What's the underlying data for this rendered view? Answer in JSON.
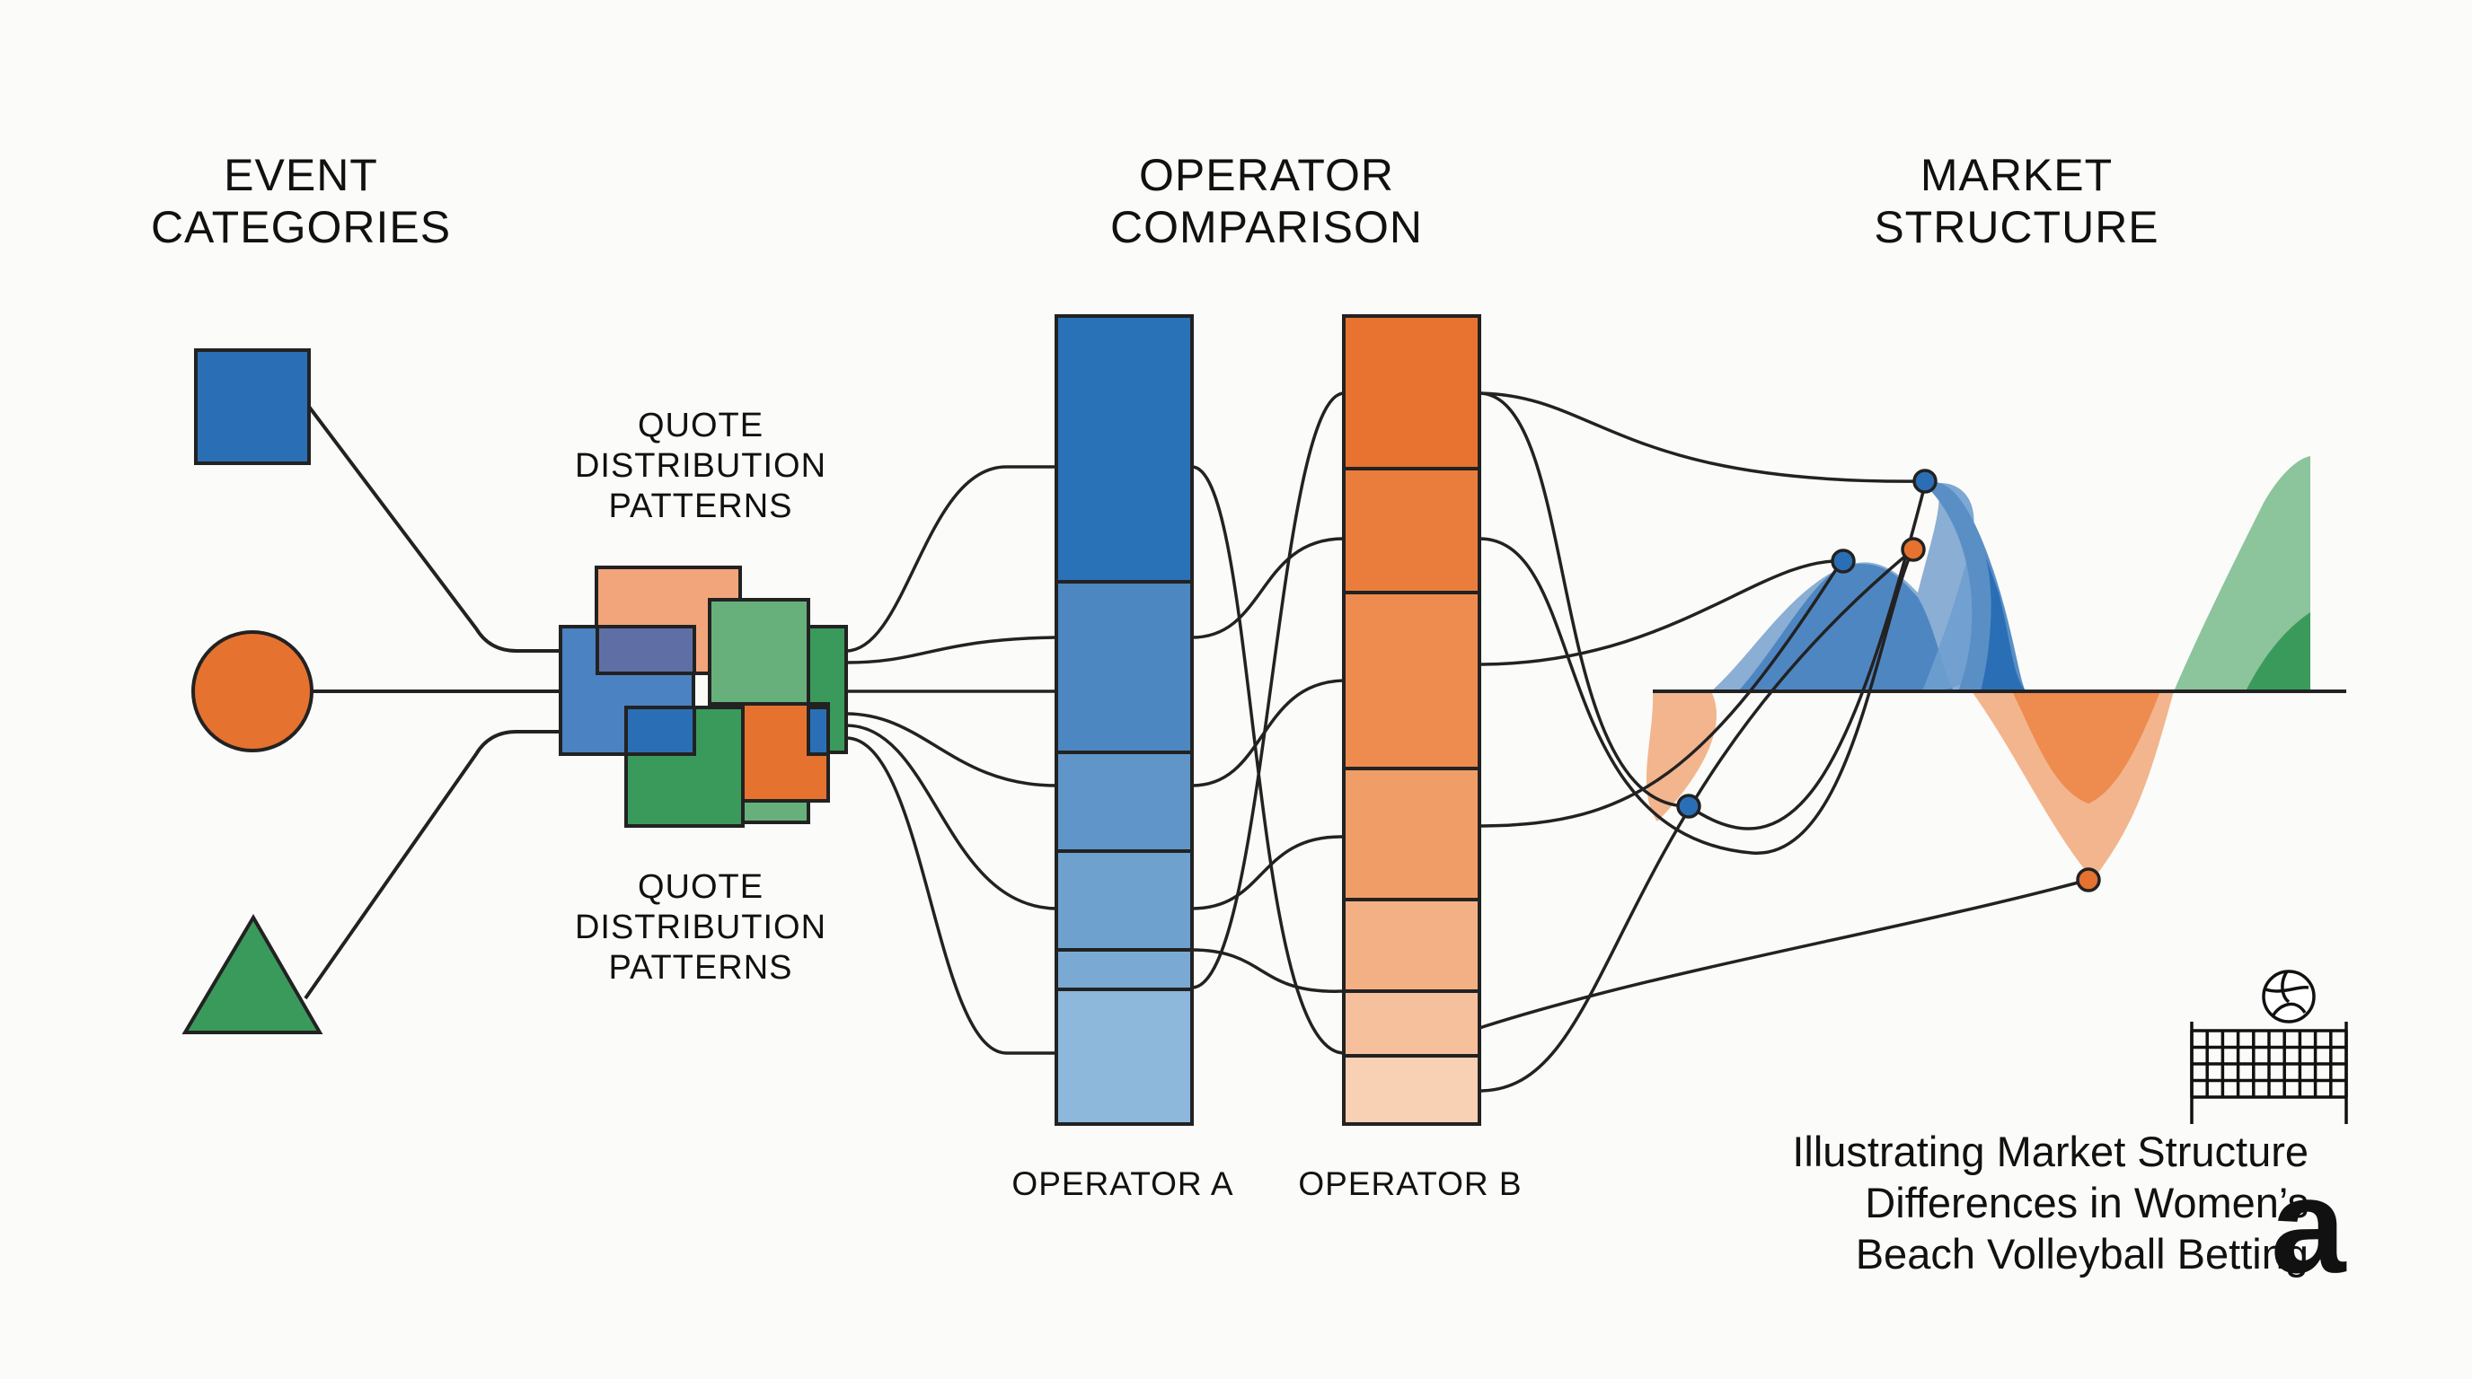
{
  "headers": {
    "event_categories": [
      "EVENT",
      "CATEGORIES"
    ],
    "operator_comparison": [
      "OPERATOR",
      "COMPARISON"
    ],
    "market_structure": [
      "MARKET",
      "STRUCTURE"
    ]
  },
  "quote_labels": {
    "top": [
      "QUOTE",
      "DISTRIBUTION",
      "PATTERNS"
    ],
    "bottom": [
      "QUOTE",
      "DISTRIBUTION",
      "PATTERNS"
    ]
  },
  "operators": {
    "a": "OPERATOR A",
    "b": "OPERATOR B"
  },
  "caption": [
    "Illustrating Market Structure",
    "Differences in Women’s",
    "Beach Volleyball Betting"
  ],
  "brand_letter": "a",
  "colors": {
    "blue": "#2a6fb5",
    "orange": "#e6722f",
    "green": "#3a9a5c",
    "op_a_segments": [
      "#2a72b8",
      "#4c87c1",
      "#5f95c8",
      "#6fa1cf",
      "#7aaad4",
      "#8db8dc"
    ],
    "op_b_segments": [
      "#e87230",
      "#eb7d3c",
      "#ee8b4f",
      "#f09d67",
      "#f3b084",
      "#f6c09c",
      "#f8d0b3"
    ]
  },
  "icons": [
    "square-icon",
    "circle-icon",
    "triangle-icon",
    "volleyball-icon",
    "net-icon"
  ]
}
